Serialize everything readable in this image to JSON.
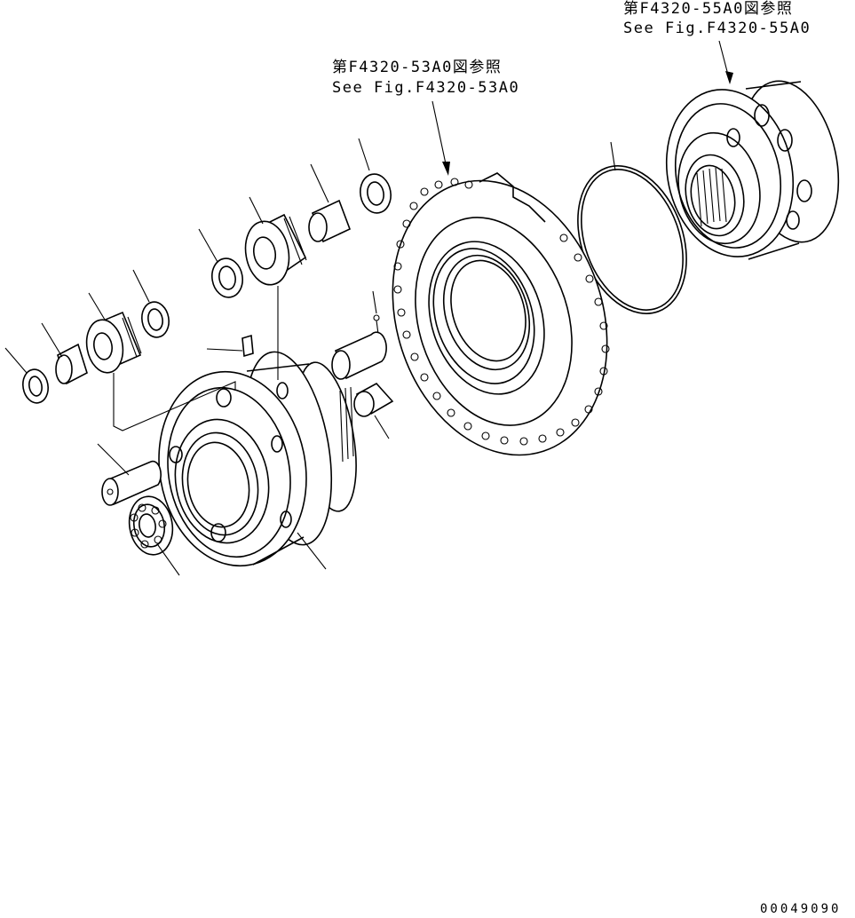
{
  "references": [
    {
      "jp": "第F4320-55A0図参照",
      "en": "See Fig.F4320-55A0"
    },
    {
      "jp": "第F4320-53A0図参照",
      "en": "See Fig.F4320-53A0"
    }
  ],
  "drawing_number": "00049090"
}
